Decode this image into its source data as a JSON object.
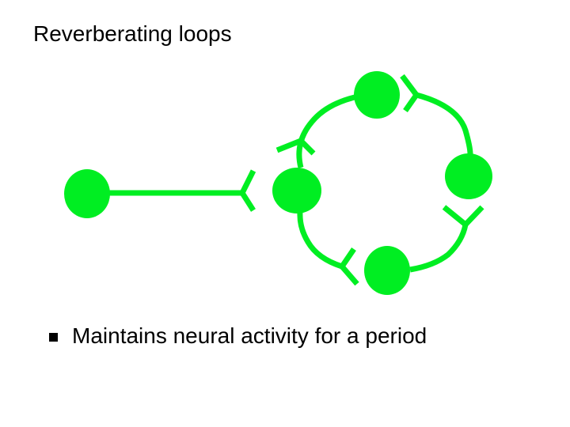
{
  "slide": {
    "title": "Reverberating loops",
    "bullets": [
      {
        "text": "Maintains neural activity for a period"
      }
    ]
  },
  "colors": {
    "neuron": "#00ee22",
    "text": "#000000",
    "background": "#ffffff"
  },
  "diagram": {
    "neurons": [
      "input-neuron",
      "loop-neuron-1",
      "loop-neuron-2",
      "loop-neuron-3",
      "loop-neuron-4"
    ]
  }
}
